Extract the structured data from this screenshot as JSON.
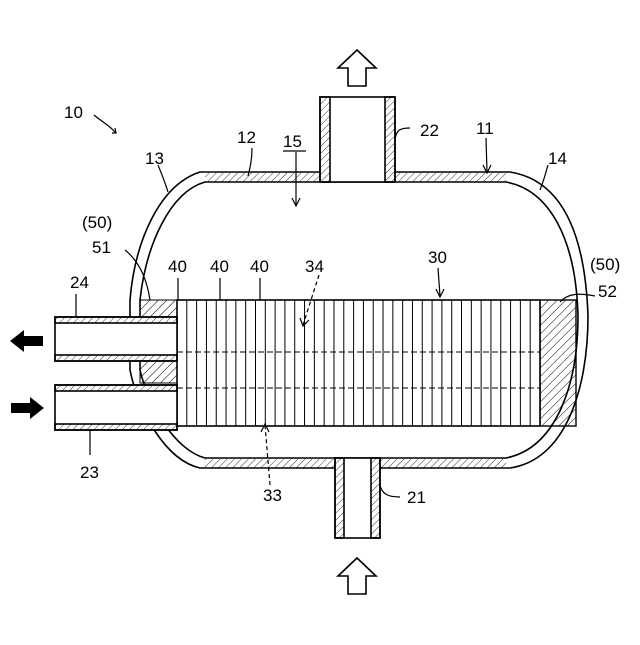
{
  "labels": {
    "l10": "10",
    "l12": "12",
    "l15": "15",
    "l22": "22",
    "l11": "11",
    "l13": "13",
    "l14": "14",
    "l50a": "(50)",
    "l51": "51",
    "l40a": "40",
    "l40b": "40",
    "l40c": "40",
    "l34": "34",
    "l30": "30",
    "l50b": "(50)",
    "l52": "52",
    "l24": "24",
    "l23": "23",
    "l33": "33",
    "l21": "21"
  },
  "diagram": {
    "plate_count": 37,
    "colors": {
      "line": "#000000",
      "background": "#ffffff"
    }
  }
}
